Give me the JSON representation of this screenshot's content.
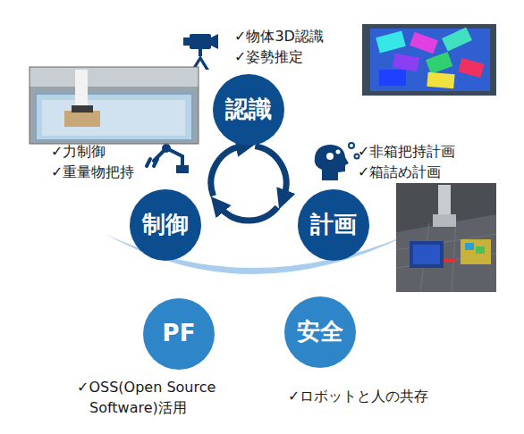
{
  "diagram": {
    "nodes": [
      {
        "text": [
          "認識"
        ]
      },
      {
        "text": [
          "制御"
        ]
      },
      {
        "text": [
          "計画"
        ]
      },
      {
        "text": [
          "PF"
        ]
      },
      {
        "text": [
          "安全"
        ]
      }
    ],
    "labels": [
      "✓物体3D認識",
      "✓姿勢推定",
      "✓力制御",
      "✓重量物把持",
      "✓非箱把持計画",
      "✓箱詰め計画",
      "✓OSS(Open Source Software)活用",
      "✓ロボットと人の共存"
    ]
  }
}
